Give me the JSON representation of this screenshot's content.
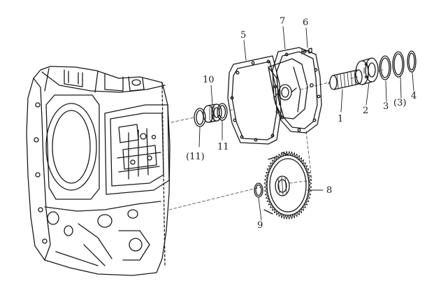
{
  "diagram": {
    "colors": {
      "ink": "#1a1a1a",
      "light_ink": "#555555",
      "background": "#ffffff"
    },
    "callouts": [
      {
        "id": "p1",
        "text": "1"
      },
      {
        "id": "p2",
        "text": "2"
      },
      {
        "id": "p3",
        "text": "3"
      },
      {
        "id": "p3b",
        "text": "(3)"
      },
      {
        "id": "p4",
        "text": "4"
      },
      {
        "id": "p5",
        "text": "5"
      },
      {
        "id": "p6",
        "text": "6"
      },
      {
        "id": "p7",
        "text": "7"
      },
      {
        "id": "p8",
        "text": "8"
      },
      {
        "id": "p9",
        "text": "9"
      },
      {
        "id": "p10",
        "text": "10"
      },
      {
        "id": "p11",
        "text": "11"
      },
      {
        "id": "p11b",
        "text": "(11)"
      }
    ]
  }
}
